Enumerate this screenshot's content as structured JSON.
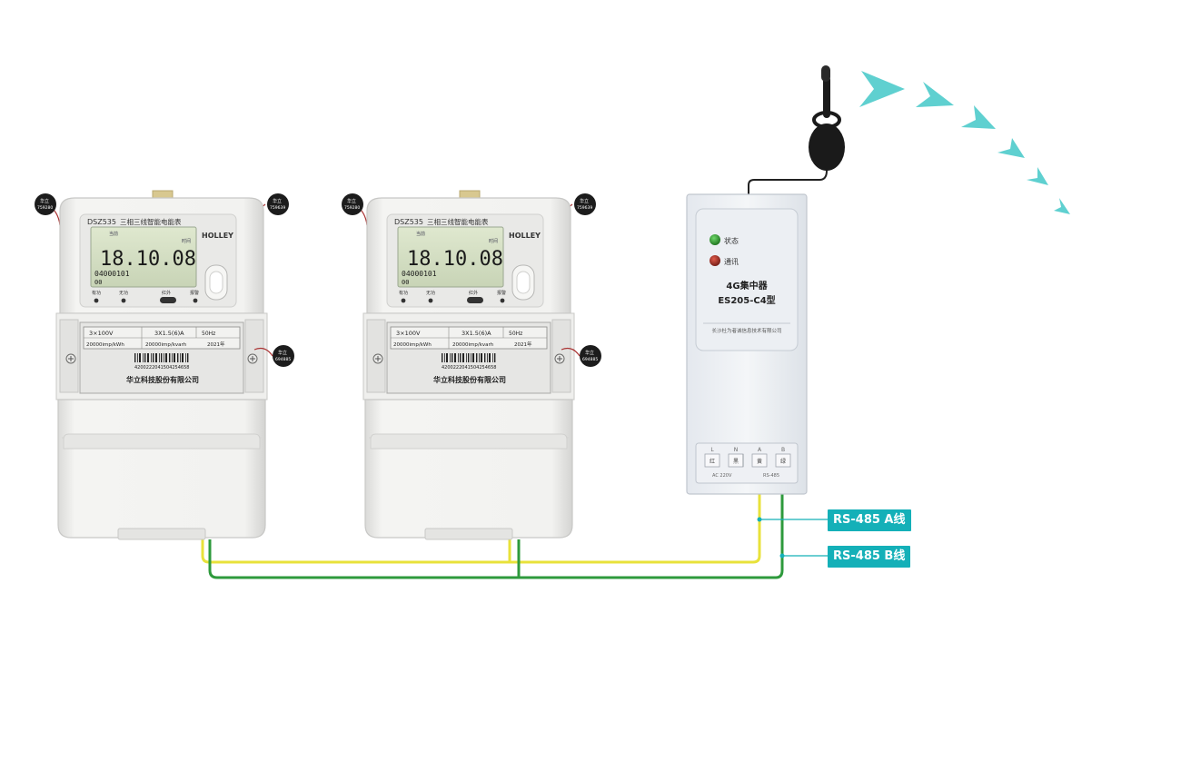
{
  "meters": [
    {
      "model": "DSZ535",
      "name": "三相三线智能电能表",
      "brand": "HOLLEY",
      "display_main": "18.10.08",
      "display_sub": "04000101",
      "display_sub2": "00",
      "label_top": "当前",
      "label_right": "时间",
      "status_labels": [
        "有功",
        "无功",
        "红外",
        "报警"
      ],
      "spec_voltage": "3×100V",
      "spec_current": "3X1.5(6)A",
      "spec_freq": "50Hz",
      "spec_const1": "20000imp/kWh",
      "spec_const2": "20000imp/kvarh",
      "spec_year": "2021年",
      "barcode": "4200222041504254658",
      "company": "华立科技股份有限公司",
      "seal_tl": [
        "华立",
        "759280"
      ],
      "seal_tr": [
        "华立",
        "759639"
      ],
      "seal_r": [
        "华立",
        "694885"
      ]
    },
    {
      "model": "DSZ535",
      "name": "三相三线智能电能表",
      "brand": "HOLLEY",
      "display_main": "18.10.08",
      "display_sub": "04000101",
      "display_sub2": "00",
      "label_top": "当前",
      "label_right": "时间",
      "status_labels": [
        "有功",
        "无功",
        "红外",
        "报警"
      ],
      "spec_voltage": "3×100V",
      "spec_current": "3X1.5(6)A",
      "spec_freq": "50Hz",
      "spec_const1": "20000imp/kWh",
      "spec_const2": "20000imp/kvarh",
      "spec_year": "2021年",
      "barcode": "4200222041504254658",
      "company": "华立科技股份有限公司",
      "seal_tl": [
        "华立",
        "759280"
      ],
      "seal_tr": [
        "华立",
        "759639"
      ],
      "seal_r": [
        "华立",
        "694885"
      ]
    }
  ],
  "concentrator": {
    "led_status": "状态",
    "led_comm": "通讯",
    "title": "4G集中器",
    "model": "ES205-C4型",
    "company": "长沙杜为者诚信息技术有限公司",
    "terminal_letters": [
      "L",
      "N",
      "A",
      "B"
    ],
    "terminal_chars": [
      "红",
      "黑",
      "黄",
      "绿"
    ],
    "terminal_note_left": "AC 220V",
    "terminal_note_right": "RS-485"
  },
  "wire_labels": {
    "a": "RS-485 A线",
    "b": "RS-485 B线"
  },
  "colors": {
    "wire_yellow": "#e8e23a",
    "wire_green": "#2e9a3c",
    "accent_teal": "#14b0b8",
    "signal_teal": "#5fd0d0"
  }
}
